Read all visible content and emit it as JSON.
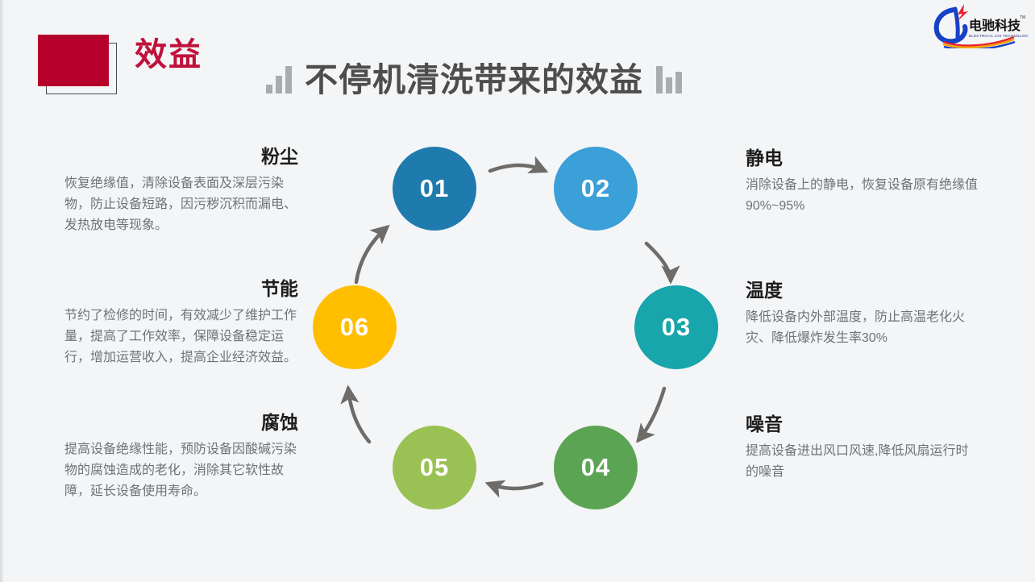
{
  "header": {
    "kicker": "效益",
    "title": "不停机清洗带来的效益",
    "logo": {
      "cn_name": "电驰科技",
      "en_name": "ELECTRICAL CHI TECHNOLOGY",
      "trademark": "TM"
    }
  },
  "colors": {
    "background": "#f4f5f7",
    "kicker_red": "#b5002b",
    "kicker_text": "#c0113a",
    "title_gray": "#4d4d4d",
    "body_gray": "#6f7277",
    "heading_dark": "#1d1d1d",
    "arrow_gray": "#6e6b68",
    "node_01": "#1f7bad",
    "node_02": "#3b9fd8",
    "node_03": "#18a5ab",
    "node_04": "#5ba453",
    "node_05": "#9ac153",
    "node_06": "#ffbe00"
  },
  "nodes": [
    {
      "num": "01",
      "color": "#1f7bad"
    },
    {
      "num": "02",
      "color": "#3b9fd8"
    },
    {
      "num": "03",
      "color": "#18a5ab"
    },
    {
      "num": "04",
      "color": "#5ba453"
    },
    {
      "num": "05",
      "color": "#9ac153"
    },
    {
      "num": "06",
      "color": "#ffbe00"
    }
  ],
  "blocks": {
    "dust": {
      "title": "粉尘",
      "body": "恢复绝缘值，清除设备表面及深层污染物，防止设备短路，因污秽沉积而漏电、发热放电等现象。"
    },
    "energy": {
      "title": "节能",
      "body": "节约了检修的时间，有效减少了维护工作量，提高了工作效率，保障设备稳定运行，增加运营收入，提高企业经济效益。"
    },
    "corrosion": {
      "title": "腐蚀",
      "body": "提高设备绝缘性能，预防设备因酸碱污染物的腐蚀造成的老化，消除其它软性故障，延长设备使用寿命。"
    },
    "static": {
      "title": "静电",
      "body": "消除设备上的静电，恢复设备原有绝缘值90%~95%"
    },
    "temperature": {
      "title": "温度",
      "body": "降低设备内外部温度，防止高温老化火灾、降低爆炸发生率30%"
    },
    "noise": {
      "title": "噪音",
      "body": "提高设备进出风口风速,降低风扇运行时的噪音"
    }
  }
}
